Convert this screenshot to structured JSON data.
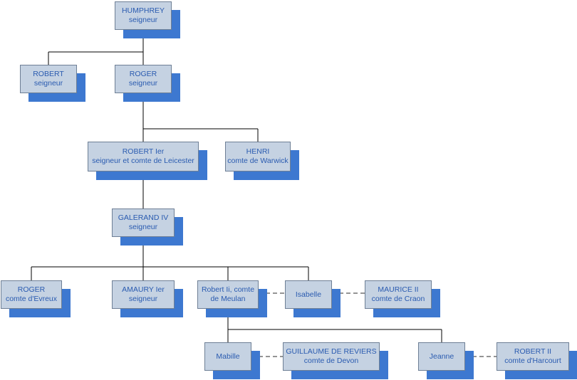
{
  "nodes": [
    {
      "id": "humphrey",
      "line1": "HUMPHREY",
      "line2": "seigneur"
    },
    {
      "id": "robert-seigneur",
      "line1": "ROBERT",
      "line2": "seigneur"
    },
    {
      "id": "roger-seigneur",
      "line1": "ROGER",
      "line2": "seigneur"
    },
    {
      "id": "robert-ier",
      "line1": "ROBERT Ier",
      "line2": "seigneur et comte de Leicester"
    },
    {
      "id": "henri",
      "line1": "HENRI",
      "line2": "comte de Warwick"
    },
    {
      "id": "galerand",
      "line1": "GALERAND IV",
      "line2": "seigneur"
    },
    {
      "id": "roger-evreux",
      "line1": "ROGER",
      "line2": "comte d'Evreux"
    },
    {
      "id": "amaury",
      "line1": "AMAURY Ier",
      "line2": "seigneur"
    },
    {
      "id": "robert-ii-meulan",
      "line1": "Robert Ii, comte",
      "line2": "de Meulan"
    },
    {
      "id": "isabelle",
      "line1": "Isabelle",
      "line2": ""
    },
    {
      "id": "maurice",
      "line1": "MAURICE II",
      "line2": "comte de Craon"
    },
    {
      "id": "mabille",
      "line1": "Mabille",
      "line2": ""
    },
    {
      "id": "guillaume",
      "line1": "GUILLAUME DE REVIERS",
      "line2": "comte de Devon"
    },
    {
      "id": "jeanne",
      "line1": "Jeanne",
      "line2": ""
    },
    {
      "id": "robert-ii-harcourt",
      "line1": "ROBERT II",
      "line2": "comte d'Harcourt"
    }
  ],
  "colors": {
    "box_fill": "#c5d2e2",
    "box_border": "#6e7f95",
    "shadow": "#3d78d0",
    "text": "#2a5bb0",
    "connector": "#000000",
    "marriage_connector": "#555555"
  }
}
